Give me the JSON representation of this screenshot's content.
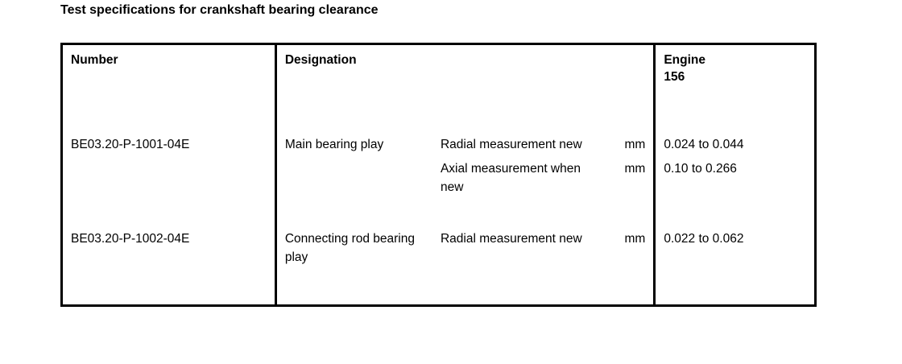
{
  "document": {
    "title": "Test specifications for crankshaft bearing clearance"
  },
  "table": {
    "headers": {
      "number": "Number",
      "designation": "Designation",
      "engine_line1": "Engine",
      "engine_line2": "156"
    },
    "rows": [
      {
        "number": "BE03.20-P-1001-04E",
        "designation": "Main bearing play",
        "entries": [
          {
            "parameter": "Radial measurement new",
            "unit": "mm",
            "value": "0.024 to 0.044"
          },
          {
            "parameter": "Axial measurement when new",
            "unit": "mm",
            "value": "0.10 to 0.266"
          }
        ]
      },
      {
        "number": "BE03.20-P-1002-04E",
        "designation": "Connecting rod bearing play",
        "entries": [
          {
            "parameter": "Radial measurement new",
            "unit": "mm",
            "value": "0.022 to 0.062"
          }
        ]
      }
    ]
  },
  "colors": {
    "text": "#000000",
    "background": "#ffffff",
    "border": "#000000"
  }
}
